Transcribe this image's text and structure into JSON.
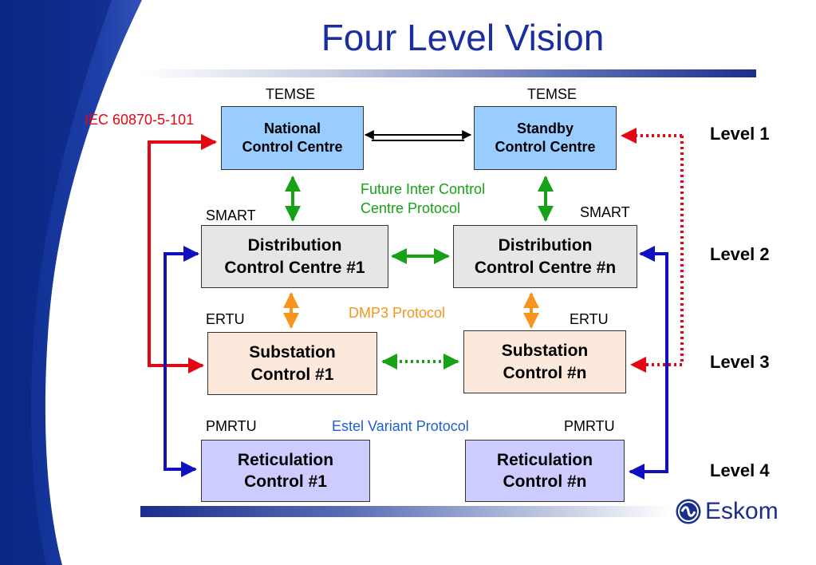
{
  "title": "Four Level Vision",
  "boxes": {
    "national": "National\nControl Centre",
    "standby": "Standby\nControl Centre",
    "dcc1": "Distribution\nControl Centre #1",
    "dccn": "Distribution\nControl Centre #n",
    "sub1": "Substation\nControl #1",
    "subn": "Substation\nControl #n",
    "ret1": "Reticulation\nControl #1",
    "retn": "Reticulation\nControl #n"
  },
  "labels": {
    "temse_left": "TEMSE",
    "temse_right": "TEMSE",
    "smart_left": "SMART",
    "smart_right": "SMART",
    "ertu_left": "ERTU",
    "ertu_right": "ERTU",
    "pmrtu_left": "PMRTU",
    "pmrtu_right": "PMRTU"
  },
  "protocols": {
    "iec": "IEC 60870-5-101",
    "future_line1": "Future Inter Control",
    "future_line2": "Centre Protocol",
    "dmp3": "DMP3  Protocol",
    "estel": "Estel Variant Protocol"
  },
  "levels": [
    "Level 1",
    "Level 2",
    "Level 3",
    "Level 4"
  ],
  "logo": {
    "name": "Eskom",
    "icon": "eskom-logo-icon"
  },
  "colors": {
    "title": "#1a2ea0",
    "iec_link": "#e30613",
    "future_link": "#16a116",
    "dmp3_link": "#f7941d",
    "estel_link": "#1f5fd6",
    "level1_box": "#99ccff",
    "level2_box": "#e6e6e6",
    "level3_box": "#fde9dc",
    "level4_box": "#ccccff"
  }
}
